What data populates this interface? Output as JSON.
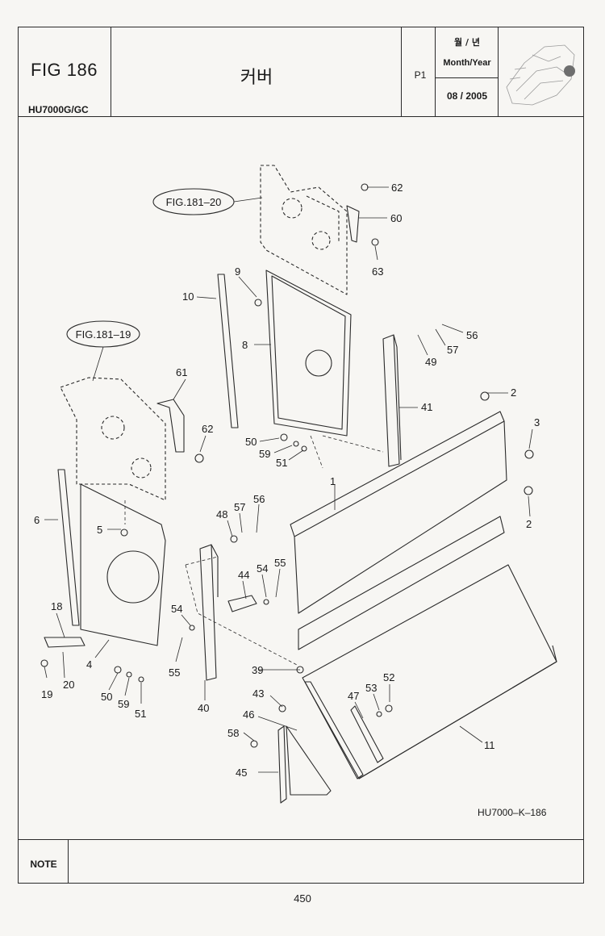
{
  "header": {
    "figure": "FIG 186",
    "model": "HU7000G/GC",
    "title_korean": "커버",
    "page_code": "P1",
    "month_year_korean": "월 / 년",
    "month_year_label": "Month/Year",
    "month_year_value": "08 / 2005"
  },
  "diagram": {
    "references": [
      "FIG.181–20",
      "FIG.181–19"
    ],
    "drawing_code": "HU7000–K–186",
    "callouts": [
      "62",
      "60",
      "63",
      "9",
      "10",
      "8",
      "56",
      "57",
      "49",
      "41",
      "61",
      "62",
      "50",
      "59",
      "51",
      "2",
      "3",
      "1",
      "2",
      "6",
      "5",
      "48",
      "57",
      "56",
      "44",
      "54",
      "55",
      "18",
      "54",
      "55",
      "4",
      "39",
      "19",
      "20",
      "50",
      "59",
      "51",
      "40",
      "43",
      "53",
      "52",
      "47",
      "46",
      "58",
      "11",
      "45"
    ]
  },
  "note": {
    "label": "NOTE"
  },
  "footer": {
    "page_number": "450"
  }
}
